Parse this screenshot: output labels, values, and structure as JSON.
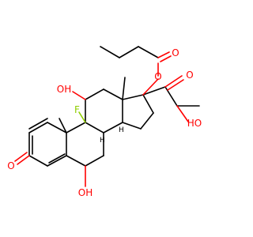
{
  "molecule": {
    "atoms": [
      {
        "label": "F",
        "color": "#8fce00"
      },
      {
        "label": "OH",
        "color": "#ff0000"
      },
      {
        "label": "OH",
        "color": "#ff0000"
      },
      {
        "label": "HO",
        "color": "#ff0000"
      },
      {
        "label": "O",
        "color": "#ff0000"
      },
      {
        "label": "O",
        "color": "#ff0000"
      },
      {
        "label": "O",
        "color": "#ff0000"
      },
      {
        "label": "O",
        "color": "#ff0000"
      }
    ],
    "hydrogens": [
      {
        "label": "H"
      },
      {
        "label": "H"
      }
    ]
  }
}
